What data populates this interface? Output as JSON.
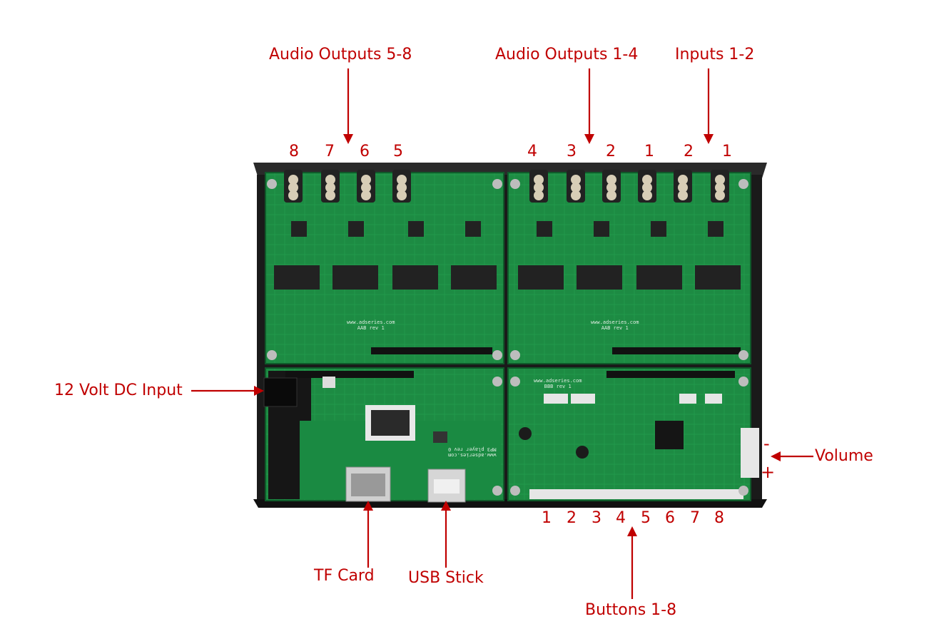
{
  "callouts": {
    "audio_outputs_5_8": "Audio Outputs 5-8",
    "audio_outputs_1_4": "Audio Outputs 1-4",
    "inputs_1_2": "Inputs 1-2",
    "dc_input": "12 Volt DC Input",
    "volume": "Volume",
    "tf_card": "TF Card",
    "usb_stick": "USB Stick",
    "buttons_1_8": "Buttons 1-8"
  },
  "jack_numbers": [
    "8",
    "7",
    "6",
    "5",
    "4",
    "3",
    "2",
    "1",
    "2",
    "1"
  ],
  "button_numbers": [
    "1",
    "2",
    "3",
    "4",
    "5",
    "6",
    "7",
    "8"
  ],
  "volume_signs": {
    "minus": "-",
    "plus": "+"
  },
  "board_text": {
    "left_board_site": "www.adseries.com",
    "left_board_rev": "AAB rev 1",
    "right_board_site": "www.adseries.com",
    "right_board_rev": "AAB rev 1",
    "bbb_site": "www.adseries.com",
    "bbb_rev": "BBB rev 1",
    "mp3_site": "www.adseries.com",
    "mp3_rev": "MP3 player rev 0"
  },
  "colors": {
    "label": "#c00000",
    "pcb": "#1f8a43",
    "enclosure": "#1a1a1a"
  }
}
